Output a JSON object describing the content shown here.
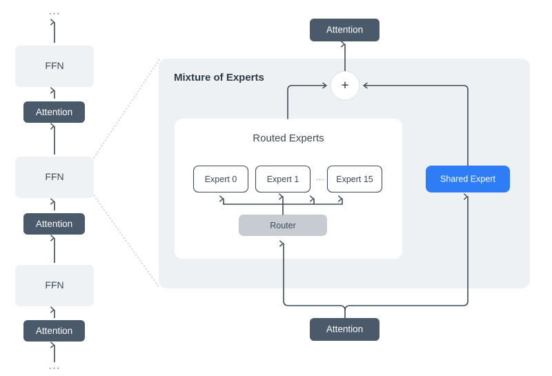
{
  "diagram": {
    "title_panel": "Mixture of Experts",
    "card_title": "Routed Experts",
    "colors": {
      "ffn_fill": "#eff2f5",
      "attention_fill": "#4a5a6a",
      "panel_fill": "#eef1f4",
      "card_fill": "#ffffff",
      "expert_stroke": "#3d4a57",
      "router_fill": "#c7ccd3",
      "shared_expert_fill": "#2f7df6",
      "arrow_stroke": "#3d4a57",
      "plus_fill": "#ffffff",
      "text_dark": "#3d4a57",
      "text_light": "#ffffff"
    },
    "left_stack": {
      "top_ellipsis": "···",
      "bottom_ellipsis": "···",
      "blocks": [
        {
          "label": "FFN",
          "type": "ffn"
        },
        {
          "label": "Attention",
          "type": "attention"
        },
        {
          "label": "FFN",
          "type": "ffn"
        },
        {
          "label": "Attention",
          "type": "attention"
        },
        {
          "label": "FFN",
          "type": "ffn"
        },
        {
          "label": "Attention",
          "type": "attention"
        }
      ]
    },
    "moe": {
      "output_attention": "Attention",
      "input_attention": "Attention",
      "adder_symbol": "+",
      "router": "Router",
      "shared_expert": "Shared Expert",
      "experts": [
        {
          "label": "Expert 0"
        },
        {
          "label": "Expert 1"
        },
        {
          "label": "Expert 15"
        }
      ],
      "experts_ellipsis": "···"
    }
  }
}
